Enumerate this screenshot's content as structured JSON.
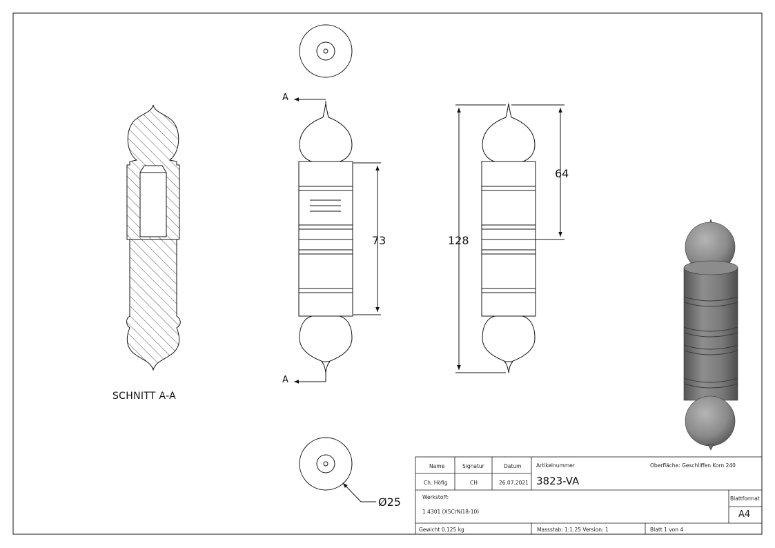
{
  "drawing": {
    "section_marker": "A",
    "section_title": "SCHNITT A-A",
    "dimensions": {
      "d73": "73",
      "d128": "128",
      "d64": "64",
      "diameter": "Ø25"
    }
  },
  "title_block": {
    "header_name": "Name",
    "header_signatur": "Signatur",
    "header_datum": "Datum",
    "name": "Ch. Höfig",
    "signatur": "CH",
    "datum": "26.07.2021",
    "artikelnummer_label": "Artikelnummer",
    "artikelnummer": "3823-VA",
    "oberflaeche": "Oberfläche:  Geschliffen Korn 240",
    "werkstoff_label": "Werkstoff:",
    "werkstoff": "1.4301 (X5CrNi18-10)",
    "blattformat_label": "Blattformat",
    "blattformat": "A4",
    "gewicht": "Gewicht 0.125 kg",
    "massstab": "Massstab: 1:1.25   Version: 1",
    "blatt": "Blatt 1 von 4"
  },
  "colors": {
    "line": "#111111",
    "render_body": "#808080",
    "render_dark": "#5a5a5a"
  }
}
